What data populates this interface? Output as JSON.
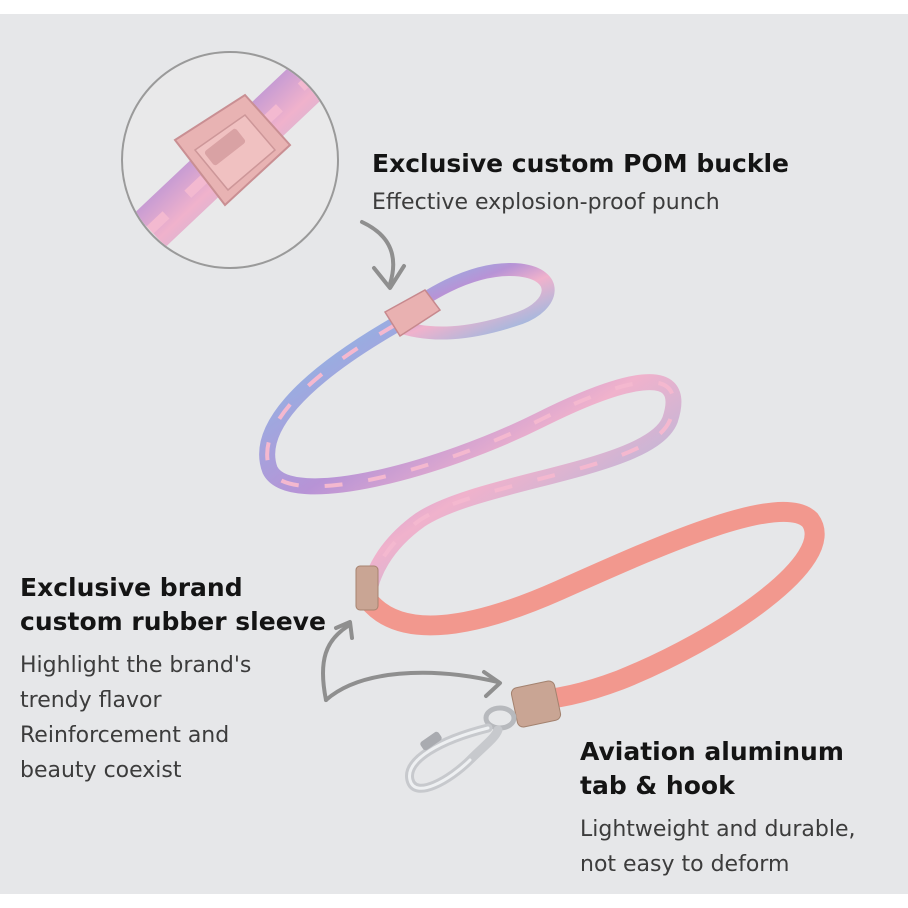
{
  "colors": {
    "background": "#e6e7e9",
    "heading": "#141414",
    "body_text": "#3c3c3c",
    "arrow": "#8f8f8f",
    "strap_blue": "#7fb9e6",
    "strap_pink": "#efaecb",
    "strap_purple": "#b88fd3",
    "strap_coral": "#f2988e",
    "buckle": "#e9b1b1",
    "sleeve": "#c9a594",
    "metal": "#c7c9cd"
  },
  "features": {
    "buckle": {
      "title": "Exclusive custom POM buckle",
      "lines": [
        "Effective explosion-proof punch"
      ]
    },
    "sleeve": {
      "title_lines": [
        "Exclusive brand",
        "custom rubber sleeve"
      ],
      "lines": [
        "Highlight the brand's",
        "trendy flavor",
        "Reinforcement and",
        "beauty coexist"
      ]
    },
    "hook": {
      "title_lines": [
        "Aviation aluminum",
        "tab & hook"
      ],
      "lines": [
        "Lightweight and durable,",
        "not easy to deform"
      ]
    }
  }
}
